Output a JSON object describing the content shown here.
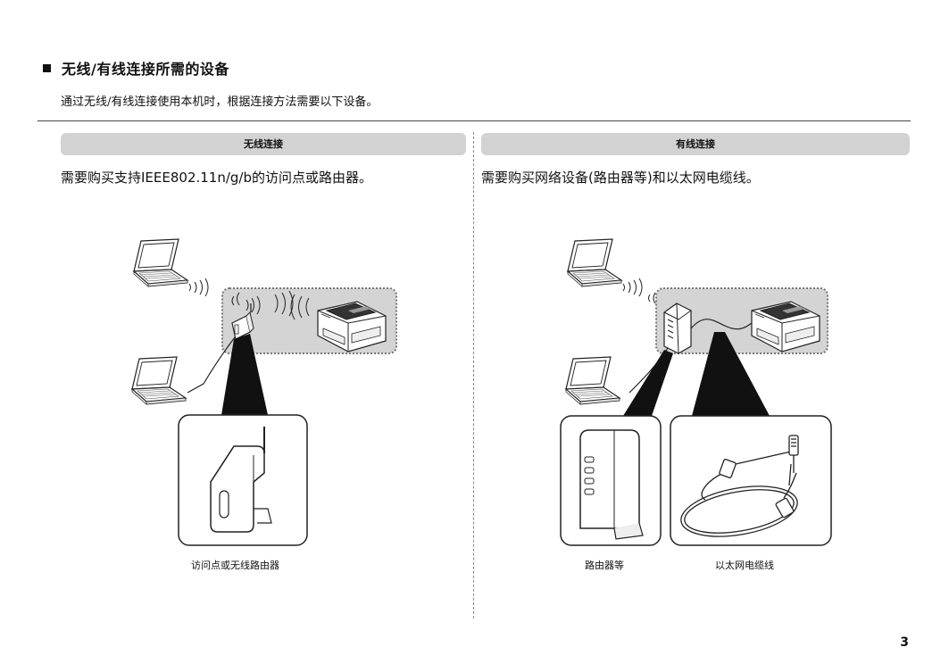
{
  "section_title": "无线/有线连接所需的设备",
  "intro": "通过无线/有线连接使用本机时，根据连接方法需要以下设备。",
  "wireless": {
    "header": "无线连接",
    "requirement": "需要购买支持IEEE802.11n/g/b的访问点或路由器。",
    "caption": "访问点或无线路由器"
  },
  "wired": {
    "header": "有线连接",
    "requirement": "需要购买网络设备(路由器等)和以太网电缆线。",
    "caption_router": "路由器等",
    "caption_cable": "以太网电缆线"
  },
  "page_number": "3",
  "icons": [
    "laptop-icon",
    "printer-icon",
    "access-point-icon",
    "router-icon",
    "ethernet-cable-icon",
    "wifi-wave-icon"
  ]
}
